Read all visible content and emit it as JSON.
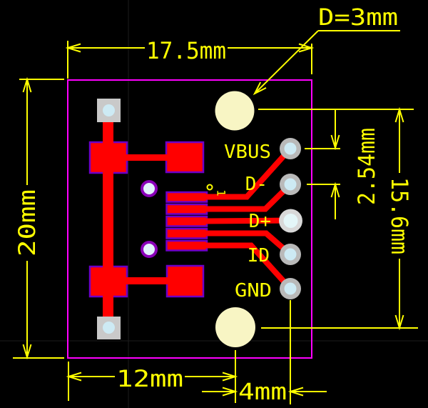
{
  "annotations": {
    "board_width": "17.5mm",
    "drill_diameter": "D=3mm",
    "board_height": "20mm",
    "pin_pitch": "2.54mm",
    "pad_row_span": "15.6mm",
    "mount_offset_x": "12mm",
    "gnd_offset_x": "4mm"
  },
  "pin_labels": [
    {
      "label": "VBUS"
    },
    {
      "label": "D-"
    },
    {
      "label": "D+"
    },
    {
      "label": "ID"
    },
    {
      "label": "GND"
    }
  ],
  "silkscreen": {
    "pin1_marker": "1"
  },
  "colors": {
    "background": "#000000",
    "board_outline": "#ff00ff",
    "copper": "#ff0000",
    "copper_pad_outline": "#6e00c8",
    "annotation_yellow": "#ffff00",
    "mount_pad_gray": "#c9c9c9",
    "pad_ring_gray": "#b9b9b9",
    "pad_ring_highlight": "#d8d8d8",
    "drill_hole": "#cdeaf4",
    "via_ring": "#8a00b8",
    "big_pad_cream": "#f8f5c4"
  }
}
